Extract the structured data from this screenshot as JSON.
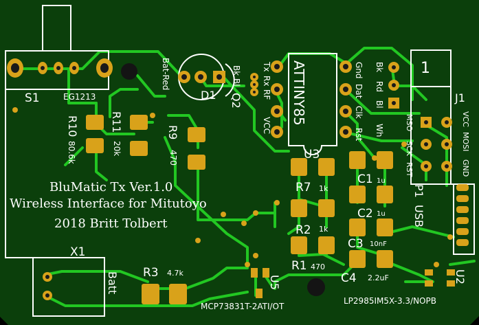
{
  "board": {
    "colors": {
      "board": "#0b3f0b",
      "trace": "#22c722",
      "pad": "#d9a21a",
      "silk": "#ffffff",
      "drill": "#1a1a1a",
      "via_ring": "#d9a21a"
    }
  },
  "title_block": {
    "line1": "BluMatic Tx Ver.1.0",
    "line2": "Wireless Interface for Mitutoyo",
    "line3": "2018 Britt Tolbert"
  },
  "components": {
    "s1": {
      "ref": "S1",
      "value": "EG1213"
    },
    "d1": {
      "ref": "D1",
      "label": "Bat-Red"
    },
    "q2": {
      "ref": "Q2",
      "pins": "Bk Bl"
    },
    "u3": {
      "ref": "U3",
      "value": "ATTINY85"
    },
    "j1": {
      "ref": "J1",
      "pin1_label": "1"
    },
    "r10": {
      "ref": "R10",
      "value": "80.6k"
    },
    "r11": {
      "ref": "R11",
      "value": "20k"
    },
    "r9": {
      "ref": "R9",
      "value": "470"
    },
    "r7": {
      "ref": "R7",
      "value": "1k"
    },
    "r2": {
      "ref": "R2",
      "value": "1k"
    },
    "r1": {
      "ref": "R1",
      "value": "470"
    },
    "r3": {
      "ref": "R3",
      "value": "4.7k"
    },
    "c1": {
      "ref": "C1",
      "value": "1u"
    },
    "c2": {
      "ref": "C2",
      "value": "1u"
    },
    "c3": {
      "ref": "C3",
      "value": "10nF"
    },
    "c4": {
      "ref": "C4",
      "value": "2.2uF"
    },
    "x1": {
      "ref": "X1",
      "label": "Batt"
    },
    "u5": {
      "ref": "U5",
      "value": "MCP73831T-2ATI/OT"
    },
    "u2": {
      "ref": "U2",
      "value": "LP2985IM5X-3.3/NOPB"
    },
    "p1": {
      "ref": "P1",
      "label": "USB"
    }
  },
  "pin_labels": {
    "tx": "Tx",
    "rx": "Rx",
    "rf": "RF",
    "vcc_left": "VCC",
    "gnd": "Gnd",
    "dat": "Dat",
    "clk": "Clk",
    "rst": "Rst",
    "bk": "Bk",
    "rd": "Rd",
    "bl": "Bl",
    "wh": "Wh",
    "miso": "MSO",
    "sck": "SCK",
    "rst2": "RST",
    "vcc": "VCC",
    "mosi": "MOSI",
    "gnd2": "GND"
  }
}
